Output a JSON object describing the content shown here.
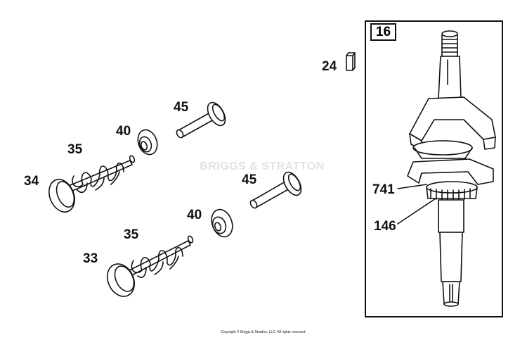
{
  "diagram": {
    "box_label": "16",
    "callouts": {
      "c24": "24",
      "c45a": "45",
      "c40a": "40",
      "c35a": "35",
      "c34": "34",
      "c45b": "45",
      "c40b": "40",
      "c35b": "35",
      "c33": "33",
      "c741": "741",
      "c146": "146"
    },
    "watermark": "BRIGGS & STRATTON",
    "copyright": "Copyright © Briggs & Stratton, LLC. All rights reserved."
  }
}
